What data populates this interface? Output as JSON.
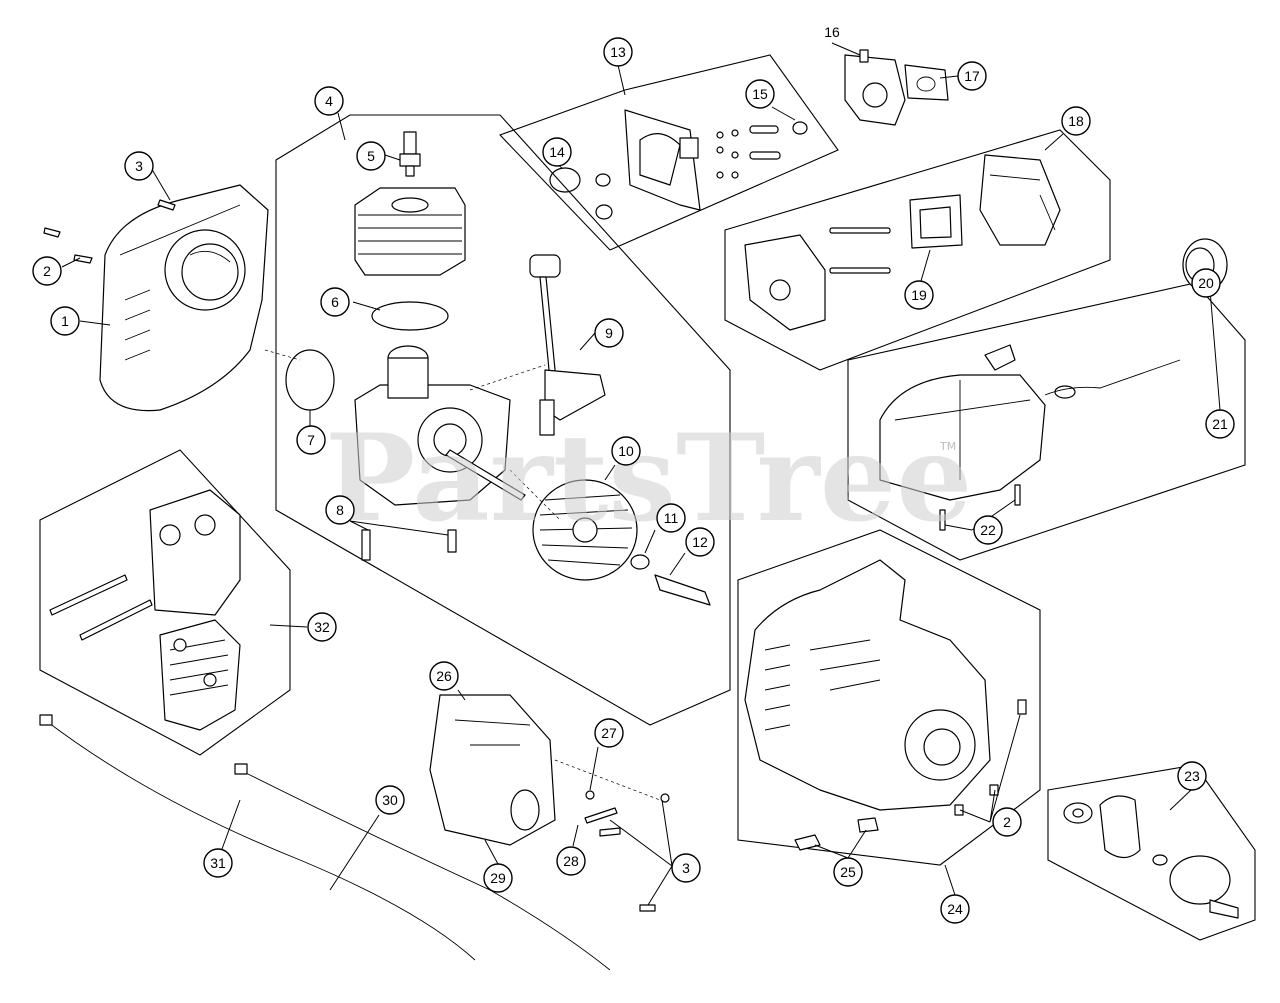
{
  "watermark": {
    "text": "PartsTree",
    "trademark": "TM"
  },
  "callouts": [
    {
      "id": "c1",
      "label": "1"
    },
    {
      "id": "c2a",
      "label": "2"
    },
    {
      "id": "c2b",
      "label": "2"
    },
    {
      "id": "c3a",
      "label": "3"
    },
    {
      "id": "c3b",
      "label": "3"
    },
    {
      "id": "c4",
      "label": "4"
    },
    {
      "id": "c5",
      "label": "5"
    },
    {
      "id": "c6",
      "label": "6"
    },
    {
      "id": "c7",
      "label": "7"
    },
    {
      "id": "c8",
      "label": "8"
    },
    {
      "id": "c9",
      "label": "9"
    },
    {
      "id": "c10",
      "label": "10"
    },
    {
      "id": "c11",
      "label": "11"
    },
    {
      "id": "c12",
      "label": "12"
    },
    {
      "id": "c13",
      "label": "13"
    },
    {
      "id": "c14",
      "label": "14"
    },
    {
      "id": "c15",
      "label": "15"
    },
    {
      "id": "c16",
      "label": "16"
    },
    {
      "id": "c17",
      "label": "17"
    },
    {
      "id": "c18",
      "label": "18"
    },
    {
      "id": "c19",
      "label": "19"
    },
    {
      "id": "c20",
      "label": "20"
    },
    {
      "id": "c21",
      "label": "21"
    },
    {
      "id": "c22",
      "label": "22"
    },
    {
      "id": "c23",
      "label": "23"
    },
    {
      "id": "c24",
      "label": "24"
    },
    {
      "id": "c25",
      "label": "25"
    },
    {
      "id": "c26",
      "label": "26"
    },
    {
      "id": "c27",
      "label": "27"
    },
    {
      "id": "c28",
      "label": "28"
    },
    {
      "id": "c29",
      "label": "29"
    },
    {
      "id": "c30",
      "label": "30"
    },
    {
      "id": "c31",
      "label": "31"
    },
    {
      "id": "c32",
      "label": "32"
    }
  ]
}
